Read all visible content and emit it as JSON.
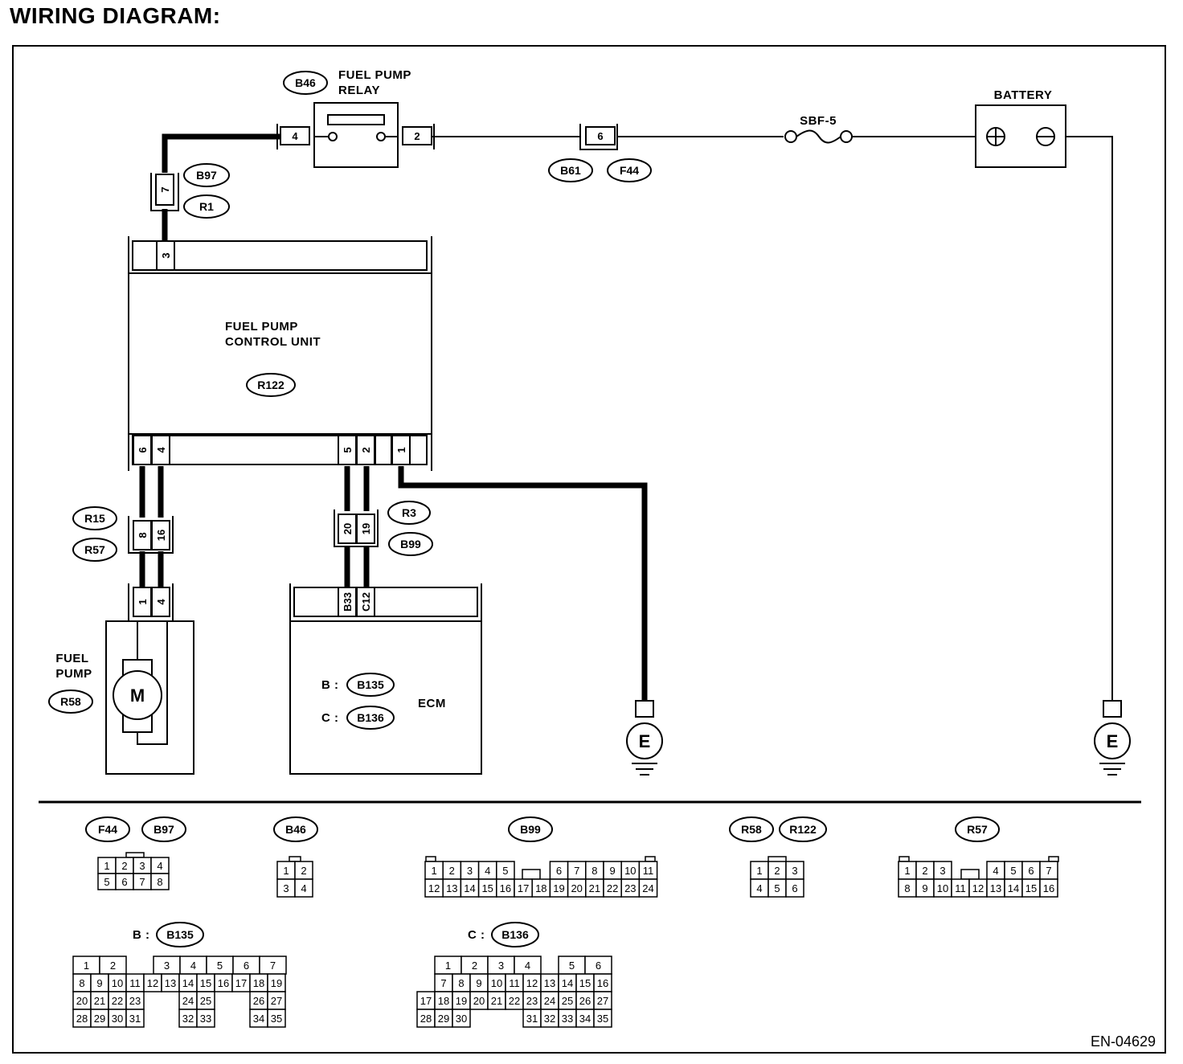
{
  "title": "WIRING DIAGRAM:",
  "diagram_code": "EN-04629",
  "components": {
    "fuel_pump_relay": {
      "name_lines": [
        "FUEL PUMP",
        "RELAY"
      ],
      "tag": "B46",
      "pins": [
        "4",
        "2"
      ]
    },
    "battery": {
      "name": "BATTERY",
      "pos_symbol": "⊕",
      "neg_symbol": "⊖"
    },
    "fuse": {
      "name": "SBF-5"
    },
    "connector_6": {
      "pin": "6",
      "tags": [
        "B61",
        "F44"
      ]
    },
    "connector_7": {
      "pin": "7",
      "tags": [
        "B97",
        "R1"
      ]
    },
    "control_unit": {
      "name_lines": [
        "FUEL PUMP",
        "CONTROL UNIT"
      ],
      "tag": "R122",
      "top_pin": "3",
      "bottom_pins": [
        "6",
        "4",
        "5",
        "2",
        "1"
      ]
    },
    "connector_8_16": {
      "pins": [
        "8",
        "16"
      ],
      "tags": [
        "R15",
        "R57"
      ]
    },
    "connector_20_19": {
      "pins": [
        "20",
        "19"
      ],
      "tags": [
        "R3",
        "B99"
      ]
    },
    "fuel_pump": {
      "name_lines": [
        "FUEL",
        "PUMP"
      ],
      "tag": "R58",
      "pins": [
        "1",
        "4"
      ],
      "motor_label": "M"
    },
    "ecm": {
      "name": "ECM",
      "pins": [
        "B33",
        "C12"
      ],
      "refs": [
        {
          "prefix": "B :",
          "tag": "B135"
        },
        {
          "prefix": "C :",
          "tag": "B136"
        }
      ]
    },
    "ground_symbol": "E"
  },
  "connector_legend": {
    "f44_b97": {
      "tags": [
        "F44",
        "B97"
      ],
      "rows": [
        [
          "1",
          "2",
          "3",
          "4"
        ],
        [
          "5",
          "6",
          "7",
          "8"
        ]
      ]
    },
    "b46": {
      "tags": [
        "B46"
      ],
      "rows": [
        [
          "1",
          "2"
        ],
        [
          "3",
          "4"
        ]
      ]
    },
    "b99": {
      "tags": [
        "B99"
      ],
      "rows": [
        [
          "1",
          "2",
          "3",
          "4",
          "5",
          "",
          "6",
          "7",
          "8",
          "9",
          "10",
          "11"
        ],
        [
          "12",
          "13",
          "14",
          "15",
          "16",
          "17",
          "18",
          "19",
          "20",
          "21",
          "22",
          "23",
          "24"
        ]
      ]
    },
    "r58_r122": {
      "tags": [
        "R58",
        "R122"
      ],
      "rows": [
        [
          "1",
          "2",
          "3"
        ],
        [
          "4",
          "5",
          "6"
        ]
      ]
    },
    "r57": {
      "tags": [
        "R57"
      ],
      "rows": [
        [
          "1",
          "2",
          "3",
          "",
          "4",
          "5",
          "6",
          "7"
        ],
        [
          "8",
          "9",
          "10",
          "11",
          "12",
          "13",
          "14",
          "15",
          "16"
        ]
      ]
    },
    "b135": {
      "prefix": "B :",
      "tag": "B135",
      "rows": [
        [
          "1",
          "2",
          "",
          "",
          "3",
          "4",
          "5",
          "6",
          "7"
        ],
        [
          "8",
          "9",
          "10",
          "11",
          "12",
          "13",
          "14",
          "15",
          "16",
          "17",
          "18",
          "19"
        ],
        [
          "20",
          "21",
          "22",
          "23",
          "",
          "",
          "24",
          "25",
          "",
          "",
          "26",
          "27"
        ],
        [
          "28",
          "29",
          "30",
          "31",
          "",
          "",
          "32",
          "33",
          "",
          "",
          "34",
          "35"
        ]
      ]
    },
    "b136": {
      "prefix": "C :",
      "tag": "B136",
      "rows": [
        [
          "",
          "1",
          "2",
          "3",
          "4",
          "",
          "5",
          "6"
        ],
        [
          "",
          "7",
          "8",
          "9",
          "10",
          "11",
          "12",
          "13",
          "14",
          "15",
          "16"
        ],
        [
          "17",
          "18",
          "19",
          "20",
          "21",
          "22",
          "23",
          "24",
          "25",
          "26",
          "27"
        ],
        [
          "28",
          "29",
          "30",
          "",
          "",
          "",
          "31",
          "32",
          "33",
          "34",
          "35"
        ]
      ]
    }
  }
}
